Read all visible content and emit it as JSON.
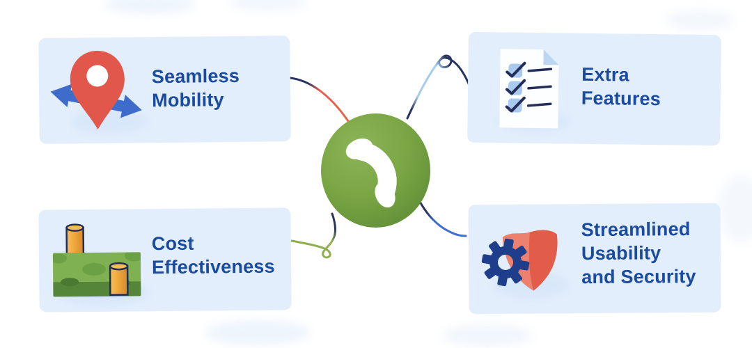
{
  "diagram": {
    "subject": "phone-benefits-infographic",
    "center": {
      "icon": "phone-handset-icon",
      "bg_color": "#76A342"
    },
    "cards": [
      {
        "id": "seamless-mobility",
        "icon": "location-pin-arrows-icon",
        "lines": [
          "Seamless",
          "Mobility"
        ]
      },
      {
        "id": "extra-features",
        "icon": "checklist-icon",
        "lines": [
          "Extra",
          "Features"
        ]
      },
      {
        "id": "cost-effectiveness",
        "icon": "money-coins-icon",
        "lines": [
          "Cost",
          "Effectiveness"
        ]
      },
      {
        "id": "streamlined-usability-and-security",
        "icon": "shield-gear-icon",
        "lines": [
          "Streamlined",
          "Usability",
          "and Security"
        ]
      }
    ],
    "palette": {
      "card_bg": "#E3EEFC",
      "title_text": "#1A4B9E",
      "connector_navy": "#27335E",
      "connector_red": "#E8604E",
      "connector_light_blue": "#A6CCF0",
      "connector_royal_blue": "#3E6ED2",
      "connector_green": "#8FAF4C",
      "pin_red": "#E2574B",
      "arrow_blue": "#3E6CCA",
      "checkbox_blue": "#A9CAEE",
      "money_green": "#7FB052",
      "coin_orange": "#EFA83C",
      "shield_coral": "#E2604F",
      "gear_navy": "#1E3E8C"
    }
  }
}
